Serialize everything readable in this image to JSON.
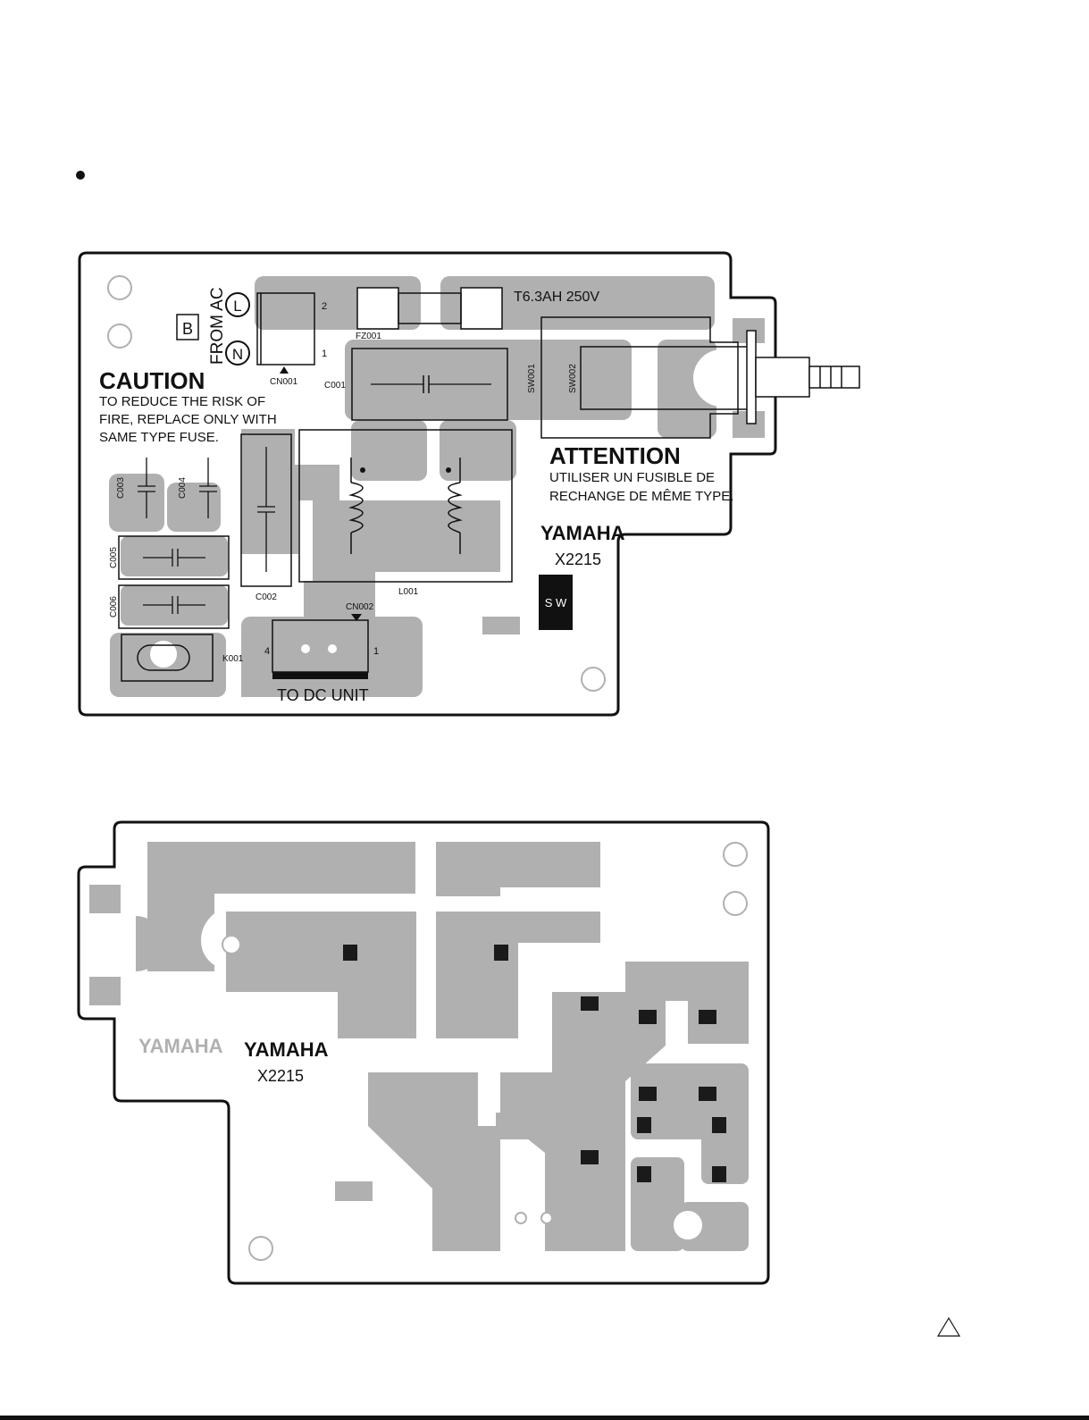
{
  "top_board": {
    "section_label": "B",
    "from_ac": "FROM AC",
    "terminal_l": "L",
    "terminal_n": "N",
    "fuse_rating": "T6.3AH 250V",
    "caution": {
      "title": "CAUTION",
      "lines": [
        "TO REDUCE THE RISK OF",
        "FIRE, REPLACE ONLY WITH",
        "SAME TYPE FUSE."
      ]
    },
    "attention": {
      "title": "ATTENTION",
      "lines": [
        "UTILISER UN FUSIBLE DE",
        "RECHANGE DE  MÊME TYPE."
      ]
    },
    "brand": "YAMAHA",
    "model": "X2215",
    "sw_badge": "S W",
    "to_dc_unit": "TO DC UNIT",
    "parts": {
      "cn001": "CN001",
      "cn001_pin2": "2",
      "cn001_pin1": "1",
      "fz001": "FZ001",
      "c001": "C001",
      "c002": "C002",
      "c003": "C003",
      "c004": "C004",
      "c005": "C005",
      "c006": "C006",
      "l001": "L001",
      "cn002": "CN002",
      "cn002_pin4": "4",
      "cn002_pin1": "1",
      "k001": "K001",
      "sw001": "SW001",
      "sw002": "SW002"
    }
  },
  "bottom_board": {
    "brand_ghost": "YAMAHA",
    "brand": "YAMAHA",
    "model": "X2215"
  },
  "colors": {
    "copper": "#b0b0b0",
    "ink": "#111111",
    "pad": "#1a1a1a"
  },
  "icons": {
    "bullet": "bullet-icon",
    "warning": "warning-triangle-icon"
  }
}
